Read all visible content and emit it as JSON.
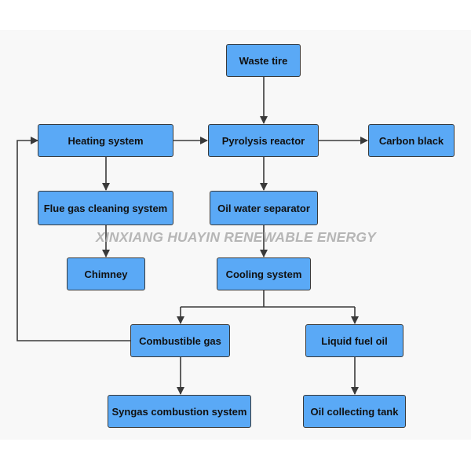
{
  "diagram": {
    "watermark": "XINXIANG HUAYIN RENEWABLE ENERGY",
    "node_color": "#5aa9f6",
    "border_color": "#3a3a3a",
    "background_color": "#f8f8f8",
    "nodes": {
      "waste_tire": "Waste tire",
      "heating_system": "Heating system",
      "pyrolysis_reactor": "Pyrolysis reactor",
      "carbon_black": "Carbon black",
      "flue_gas_cleaning_system": "Flue gas cleaning system",
      "oil_water_separator": "Oil water separator",
      "chimney": "Chimney",
      "cooling_system": "Cooling system",
      "combustible_gas": "Combustible gas",
      "liquid_fuel_oil": "Liquid fuel oil",
      "syngas_combustion_system": "Syngas combustion system",
      "oil_collecting_tank": "Oil collecting tank"
    }
  }
}
